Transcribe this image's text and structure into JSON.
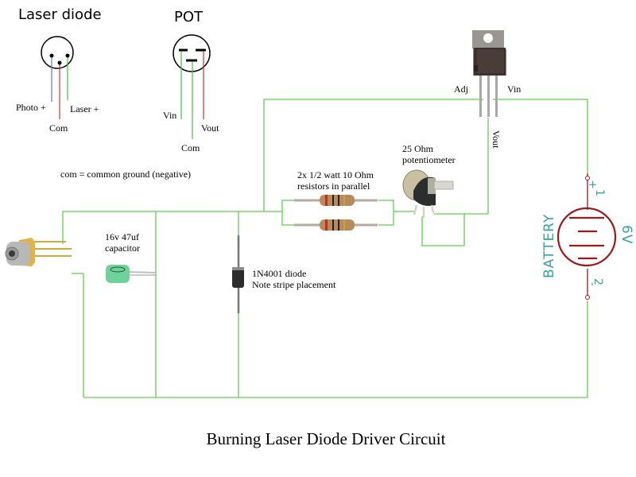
{
  "title": "Burning Laser Diode Driver Circuit",
  "legend": {
    "laser_diode": {
      "heading": "Laser diode",
      "pins": {
        "photo": "Photo +",
        "com": "Com",
        "laser": "Laser +"
      }
    },
    "pot": {
      "heading": "POT",
      "pins": {
        "vin": "Vin",
        "com": "Com",
        "vout": "Vout"
      }
    },
    "note": "com = common ground (negative)"
  },
  "components": {
    "regulator": {
      "adj": "Adj",
      "vin": "Vin",
      "vout": "Vout"
    },
    "resistors": {
      "line1": "2x 1/2 watt 10 Ohm",
      "line2": "resistors in parallel"
    },
    "potentiometer": {
      "line1": "25 Ohm",
      "line2": "potentiometer"
    },
    "capacitor": {
      "line1": "16v 47uf",
      "line2": "capacitor"
    },
    "diode": {
      "line1": "1N4001 diode",
      "line2": "Note stripe placement"
    },
    "battery": {
      "name": "BATTERY",
      "voltage": "6V",
      "plus": "+",
      "minus": "-",
      "pin1": "1",
      "pin2": "2"
    }
  },
  "colors": {
    "wire": "#5fcf4f",
    "battery_symbol": "#a01818",
    "battery_text": "#3aa0a6",
    "pin_blue": "#6070d0",
    "pin_red": "#d03030",
    "pin_green": "#40c040"
  }
}
